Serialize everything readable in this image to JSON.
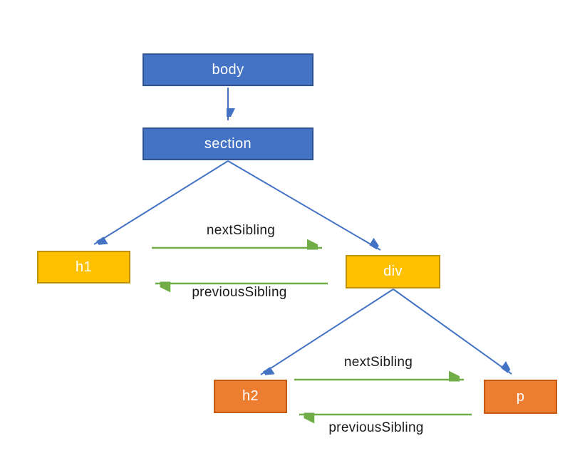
{
  "colors": {
    "node-blue": "#4472C4",
    "node-blue-border": "#2F528F",
    "node-yellow": "#FFC000",
    "node-yellow-border": "#BF9000",
    "node-orange": "#ED7D31",
    "node-orange-border": "#C55A11",
    "arrow-blue": "#4472C4",
    "arrow-green": "#70AD47",
    "node-text": "#FFFFFF",
    "label-text": "#1A1A1A",
    "bg": "#FFFFFF"
  },
  "tree": {
    "nodes": {
      "body": {
        "label": "body",
        "color": "blue"
      },
      "section": {
        "label": "section",
        "color": "blue"
      },
      "h1": {
        "label": "h1",
        "color": "yellow"
      },
      "div": {
        "label": "div",
        "color": "yellow"
      },
      "h2": {
        "label": "h2",
        "color": "orange"
      },
      "p": {
        "label": "p",
        "color": "orange"
      }
    },
    "parent_child_edges": [
      {
        "from": "body",
        "to": "section"
      },
      {
        "from": "section",
        "to": "h1"
      },
      {
        "from": "section",
        "to": "div"
      },
      {
        "from": "div",
        "to": "h2"
      },
      {
        "from": "div",
        "to": "p"
      }
    ],
    "sibling_edges": [
      {
        "from": "h1",
        "to": "div",
        "label": "nextSibling",
        "direction": "right"
      },
      {
        "from": "div",
        "to": "h1",
        "label": "previousSibling",
        "direction": "left"
      },
      {
        "from": "h2",
        "to": "p",
        "label": "nextSibling",
        "direction": "right"
      },
      {
        "from": "p",
        "to": "h2",
        "label": "previousSibling",
        "direction": "left"
      }
    ]
  }
}
